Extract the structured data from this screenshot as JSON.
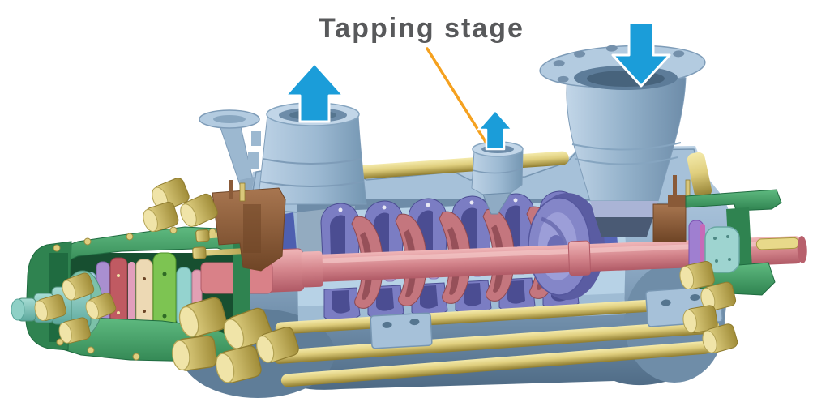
{
  "figure": {
    "type": "cutaway-diagram",
    "impeller_stages": 5,
    "diffuser_count": 6
  },
  "annotations": {
    "label": "Tapping stage",
    "arrows": [
      {
        "name": "discharge-flow-arrow",
        "direction": "up"
      },
      {
        "name": "tapping-flow-arrow",
        "direction": "up"
      },
      {
        "name": "suction-flow-arrow",
        "direction": "down"
      }
    ]
  },
  "palette": {
    "arrow_blue": "#1b9dd9",
    "leader_orange": "#f5a11f",
    "label_gray": "#58595b",
    "casing_blue": "#a6c1d9",
    "casing_shade": "#6c8aa6",
    "inner_casing": "#b7d2e6",
    "tie_rod_yellow": "#ead98c",
    "nut_gold": "#d9c77a",
    "impeller_red": "#c4767e",
    "shaft_pink": "#e08b90",
    "diffuser_purple": "#7b7dc3",
    "housing_green": "#3b9b60",
    "seal_teal": "#7cc6bb",
    "gland_brown": "#996b47"
  }
}
